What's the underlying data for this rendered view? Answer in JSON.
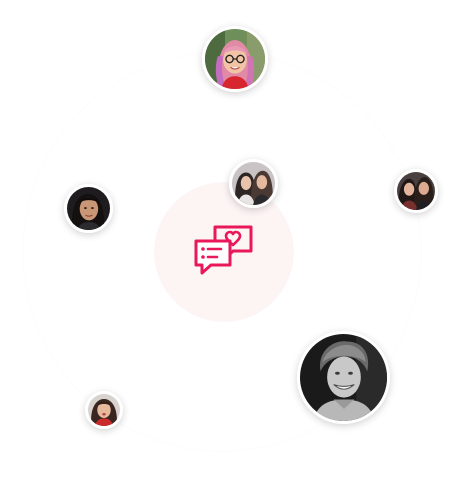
{
  "colors": {
    "accent": "#e8185a",
    "ring_pink": "#fdf4f4",
    "background": "#ffffff"
  },
  "center_icon": {
    "name": "chat-heart-icon"
  },
  "avatars": [
    {
      "name": "avatar-woman-pink-hair-glasses"
    },
    {
      "name": "avatar-two-women-selfie"
    },
    {
      "name": "avatar-two-women"
    },
    {
      "name": "avatar-woman-dark-hair"
    },
    {
      "name": "avatar-man-smiling-bw"
    },
    {
      "name": "avatar-woman-red-top"
    }
  ]
}
